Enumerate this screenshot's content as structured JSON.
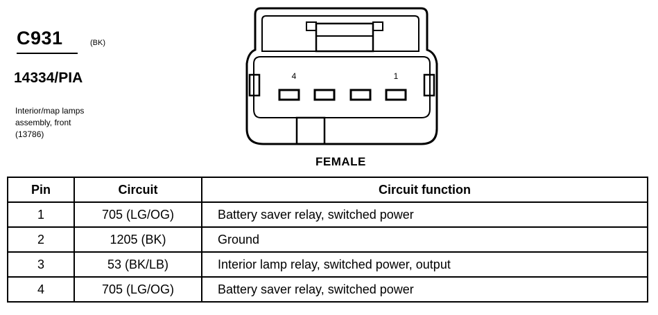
{
  "connector": {
    "id": "C931",
    "color": "(BK)",
    "part_number": "14334/PIA",
    "description_lines": [
      "Interior/map lamps",
      "assembly, front",
      "(13786)"
    ]
  },
  "diagram": {
    "pin_label_left": "4",
    "pin_label_right": "1",
    "gender": "FEMALE"
  },
  "table": {
    "headers": {
      "pin": "Pin",
      "circuit": "Circuit",
      "function": "Circuit function"
    },
    "rows": [
      {
        "pin": "1",
        "circuit": "705 (LG/OG)",
        "function": "Battery saver relay, switched power"
      },
      {
        "pin": "2",
        "circuit": "1205 (BK)",
        "function": "Ground"
      },
      {
        "pin": "3",
        "circuit": "53 (BK/LB)",
        "function": "Interior lamp relay, switched power, output"
      },
      {
        "pin": "4",
        "circuit": "705 (LG/OG)",
        "function": "Battery saver relay, switched power"
      }
    ]
  }
}
